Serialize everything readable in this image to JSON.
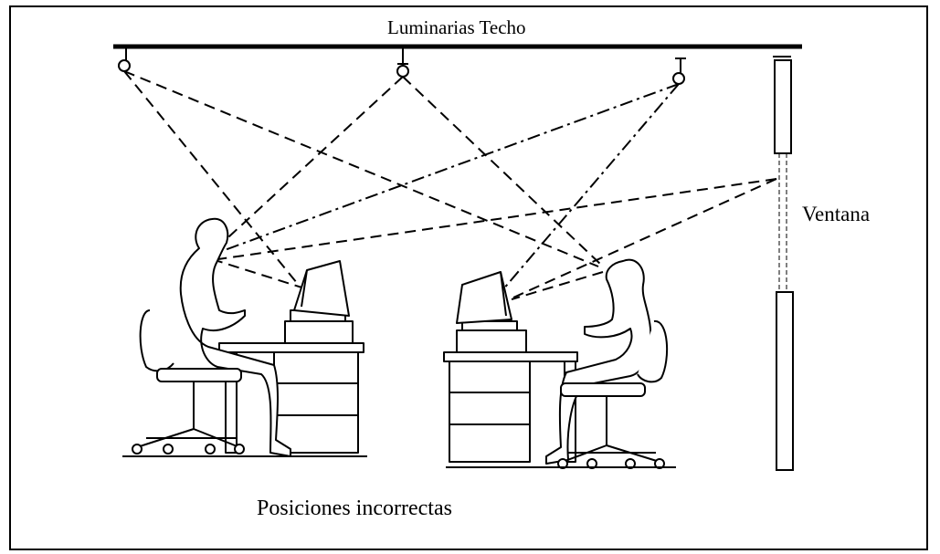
{
  "diagram": {
    "title": "Luminarias Techo",
    "window_label": "Ventana",
    "caption": "Posiciones incorrectas"
  }
}
